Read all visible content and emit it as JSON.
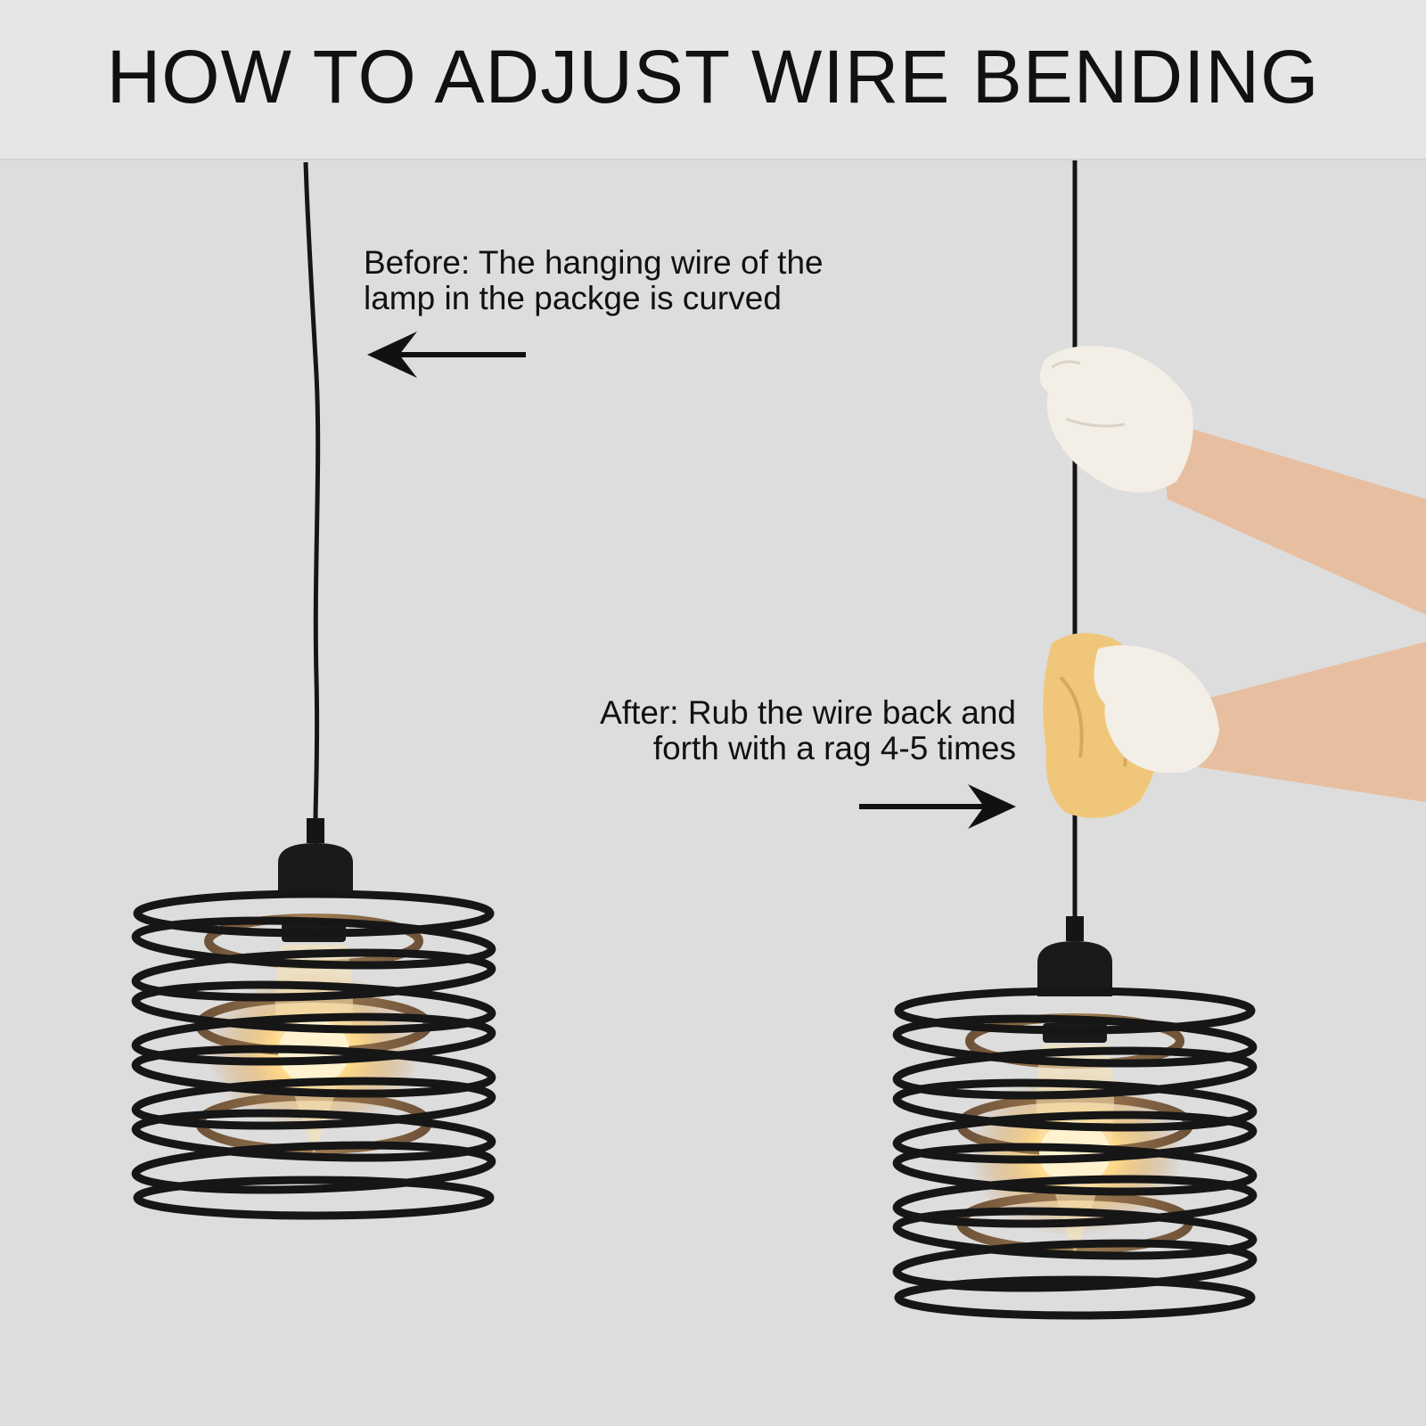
{
  "title": "HOW TO ADJUST WIRE BENDING",
  "before_caption": {
    "line1": "Before: The hanging wire of the",
    "line2": "lamp in the packge is curved"
  },
  "after_caption": {
    "line1": "After: Rub the wire back and",
    "line2": "forth with a rag 4-5 times"
  },
  "colors": {
    "background": "#dddddd",
    "header_background": "#e6e6e6",
    "text": "#111111",
    "wire": "#151515",
    "wood": "#8a6a44",
    "bulb_glow": "#ffd98a",
    "glove": "#f3efe6",
    "skin": "#e7bfa0",
    "rag": "#f0c77a"
  }
}
